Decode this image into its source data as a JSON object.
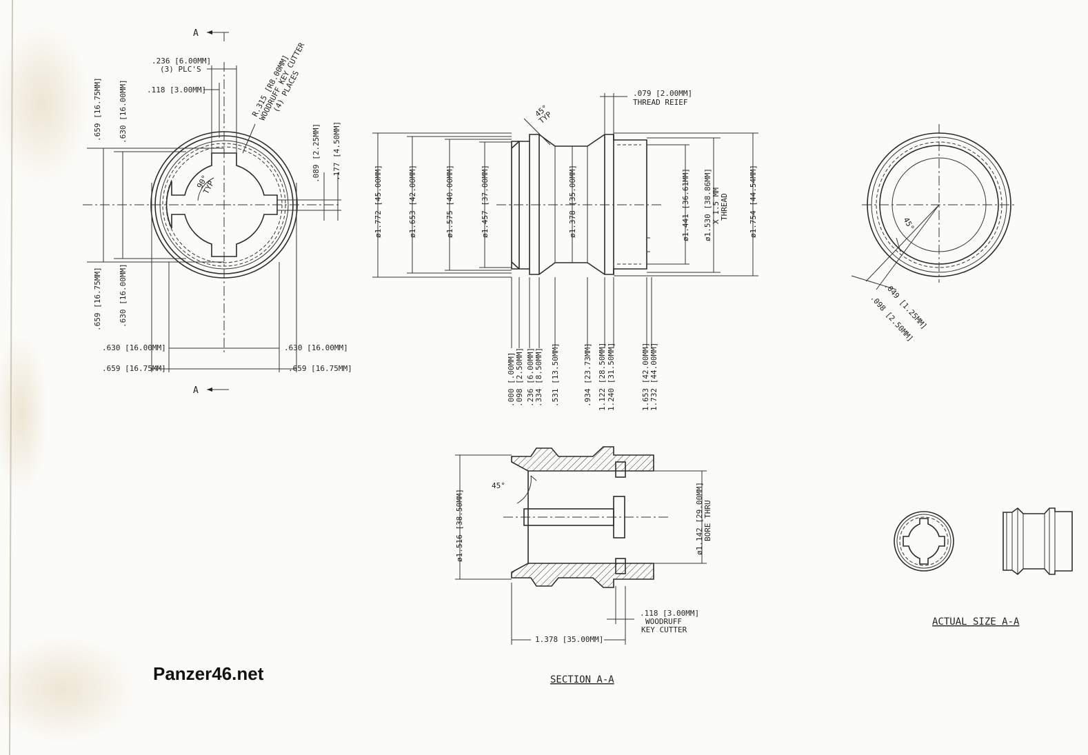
{
  "watermark": "Panzer46.net",
  "titles": {
    "section": "SECTION A-A",
    "actual": "ACTUAL SIZE A-A"
  },
  "front_view": {
    "cut_top": "A",
    "cut_bottom": "A",
    "lug_w": ".236 [6.00MM]",
    "lug_w_note": "(3) PLC'S",
    "slot_w": ".118 [3.00MM]",
    "cutter": "R.315 [R8.00MM]",
    "cutter_note1": "WOODRUFF KEY CUTTER",
    "cutter_note2": "(4) PLACES",
    "angle": "90°",
    "angle_note": "TYP",
    "v_659_top": ".659 [16.75MM]",
    "v_630_top": ".630 [16.00MM]",
    "v_659_bot": ".659 [16.75MM]",
    "v_630_bot": ".630 [16.00MM]",
    "r_089": ".089 [2.25MM]",
    "r_177": ".177 [4.50MM]",
    "h_630_l": ".630 [16.00MM]",
    "h_630_r": ".630 [16.00MM]",
    "h_659_l": ".659 [16.75MM]",
    "h_659_r": ".659 [16.75MM]"
  },
  "side_view": {
    "chamfer": "45°",
    "chamfer_note": "TYP",
    "relief": ".079 [2.00MM]",
    "relief_note": "THREAD REIEF",
    "d1772": "ø1.772 [45.00MM]",
    "d1653": "ø1.653 [42.00MM]",
    "d1575": "ø1.575 [40.00MM]",
    "d1457": "ø1.457 [37.00MM]",
    "d1378": "ø1.378 [35.00MM]",
    "d1441": "ø1.441 [36.61MM]",
    "d1530": "ø1.530 [38.86MM]",
    "d1530_a": "X 1.5 MM",
    "d1530_b": "THREAD",
    "d1754": "ø1.754 [44.54MM]",
    "s0": ".000 [.00MM]",
    "s1": ".098 [2.50MM]",
    "s2": ".236 [6.00MM]",
    "s3": ".334 [8.50MM]",
    "s4": ".531 [13.50MM]",
    "s5": ".934 [23.73MM]",
    "s6": "1.122 [28.50MM]",
    "s7": "1.240 [31.50MM]",
    "s8": "1.653 [42.00MM]",
    "s9": "1.732 [44.00MM]"
  },
  "section_view": {
    "angle": "45°",
    "d1516": "ø1.516 [38.50MM]",
    "d1142": "ø1.142 [29.00MM]",
    "bore": "BORE THRU",
    "key": ".118 [3.00MM]",
    "key_a": "WOODRUFF",
    "key_b": "KEY CUTTER",
    "len": "1.378 [35.00MM]"
  },
  "end_view": {
    "angle": "45°",
    "d049": ".049 [1.25MM]",
    "d098": ".098 [2.50MM]"
  }
}
